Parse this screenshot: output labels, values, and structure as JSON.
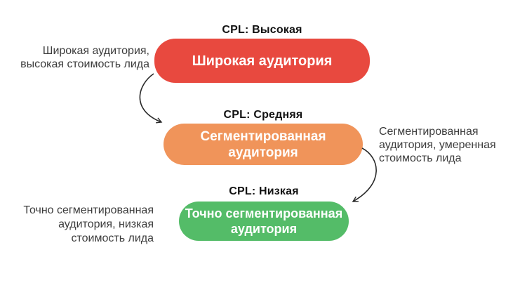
{
  "diagram": {
    "arrow_color": "#2a2a2a",
    "stages": [
      {
        "cpl": "CPL: Высокая",
        "title": "Широкая аудитория",
        "color": "#e8493f",
        "note_side": "left",
        "note_lines": [
          "Широкая аудитория,",
          "высокая стоимость лида"
        ]
      },
      {
        "cpl": "CPL: Средняя",
        "title": "Сегментированная аудитория",
        "color": "#f0945a",
        "note_side": "right",
        "note_lines": [
          "Сегментированная",
          "аудитория, умеренная",
          "стоимость лида"
        ]
      },
      {
        "cpl": "CPL: Низкая",
        "title": "Точно сегментированная аудитория",
        "color": "#54bc68",
        "note_side": "left",
        "note_lines": [
          "Точно сегментированная",
          "аудитория, низкая",
          "стоимость лида"
        ]
      }
    ]
  }
}
